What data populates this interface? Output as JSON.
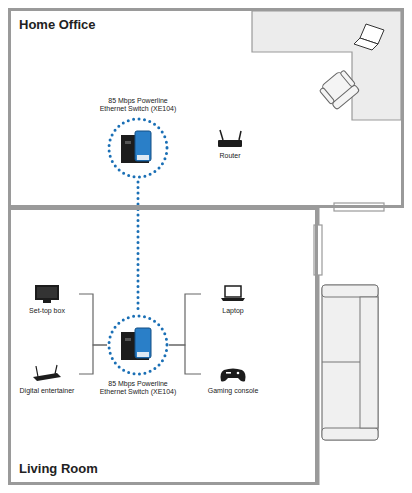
{
  "diagram": {
    "nodes": [
      {
        "text": [
          "Home Office"
        ]
      },
      {
        "text": [
          "85 Mbps Powerline Ethernet Switch (XE104)"
        ],
        "in": 0
      },
      {
        "text": [
          "Router"
        ],
        "in": 0
      },
      {
        "text": [
          "Living Room"
        ]
      },
      {
        "text": [
          "85 Mbps Powerline Ethernet Switch (XE104)"
        ],
        "in": 3
      },
      {
        "text": [
          "Set-top box"
        ],
        "in": 3
      },
      {
        "text": [
          "Digital entertainer"
        ],
        "in": 3
      },
      {
        "text": [
          "Laptop"
        ],
        "in": 3
      },
      {
        "text": [
          "Gaming console"
        ],
        "in": 3
      }
    ],
    "edges": [
      {
        "from": 1,
        "to": 4,
        "arrow": "none"
      },
      {
        "from": 5,
        "to": 4,
        "arrow": "none"
      },
      {
        "from": 6,
        "to": 4,
        "arrow": "none"
      },
      {
        "from": 7,
        "to": 4,
        "arrow": "none"
      },
      {
        "from": 8,
        "to": 4,
        "arrow": "none"
      }
    ]
  }
}
